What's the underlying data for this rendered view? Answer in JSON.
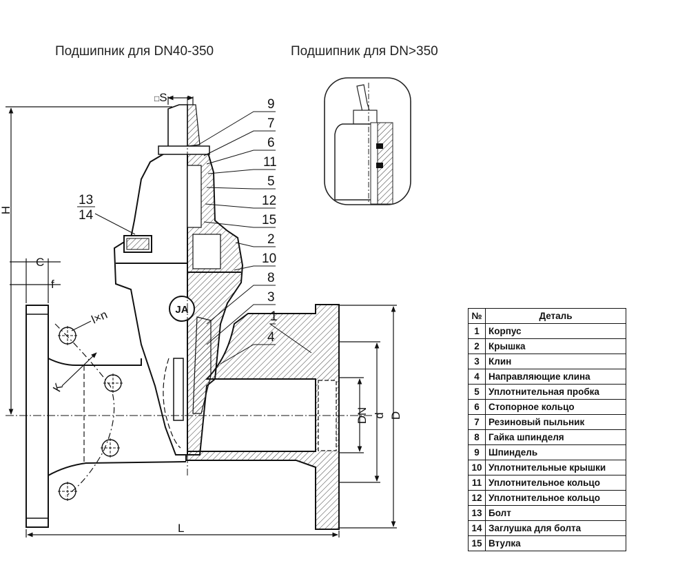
{
  "captions": {
    "left": "Подшипник для DN40-350",
    "right": "Подшипник для DN>350"
  },
  "callouts": [
    "9",
    "7",
    "6",
    "11",
    "5",
    "12",
    "15",
    "2",
    "10",
    "8",
    "3",
    "1",
    "4"
  ],
  "callouts_left": [
    "13",
    "14"
  ],
  "dimensions": {
    "s": "S",
    "h": "H",
    "c": "C",
    "f": "f",
    "lxn": "l×n",
    "k": "K",
    "dn": "DN",
    "d_small": "d",
    "d_big": "D",
    "l": "L"
  },
  "logo_text": "JA",
  "table": {
    "header": {
      "num": "№",
      "part": "Деталь"
    },
    "rows": [
      {
        "num": "1",
        "part": "Корпус"
      },
      {
        "num": "2",
        "part": "Крышка"
      },
      {
        "num": "3",
        "part": "Клин"
      },
      {
        "num": "4",
        "part": "Направляющие клина"
      },
      {
        "num": "5",
        "part": "Уплотнительная пробка"
      },
      {
        "num": "6",
        "part": "Стопорное кольцо"
      },
      {
        "num": "7",
        "part": "Резиновый пыльник"
      },
      {
        "num": "8",
        "part": "Гайка шпинделя"
      },
      {
        "num": "9",
        "part": "Шпиндель"
      },
      {
        "num": "10",
        "part": "Уплотнительные крышки"
      },
      {
        "num": "11",
        "part": "Уплотнительное кольцо"
      },
      {
        "num": "12",
        "part": "Уплотнительное кольцо"
      },
      {
        "num": "13",
        "part": "Болт"
      },
      {
        "num": "14",
        "part": "Заглушка для болта"
      },
      {
        "num": "15",
        "part": "Втулка"
      }
    ]
  }
}
